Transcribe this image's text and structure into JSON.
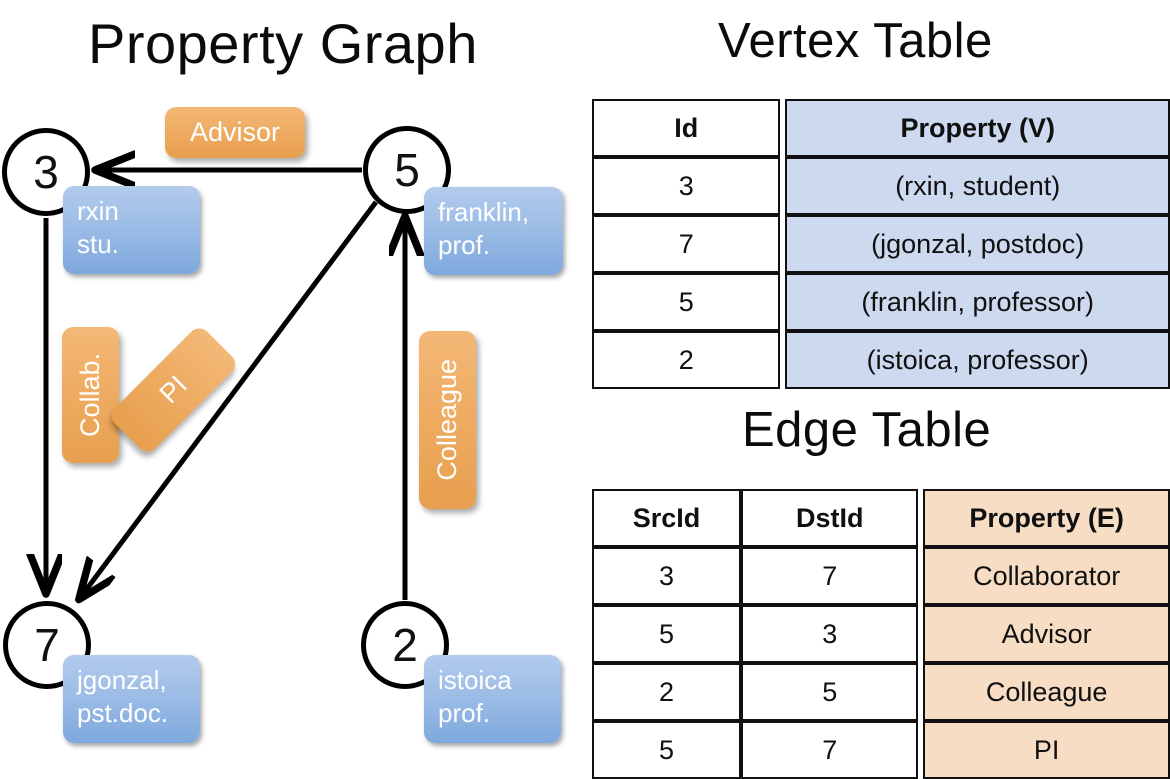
{
  "titles": {
    "graph": "Property Graph",
    "vertex_table": "Vertex Table",
    "edge_table": "Edge Table"
  },
  "colors": {
    "vertex_property_fill": "#ccd9ef",
    "edge_property_fill": "#f6ddc3",
    "property_box_blue": "#9dbde6",
    "edge_label_orange": "#eeab61",
    "stroke": "#111111",
    "background": "#ffffff"
  },
  "graph": {
    "nodes": [
      {
        "id": "3",
        "property_line1": "rxin",
        "property_line2": "stu."
      },
      {
        "id": "5",
        "property_line1": "franklin,",
        "property_line2": "prof."
      },
      {
        "id": "7",
        "property_line1": "jgonzal,",
        "property_line2": "pst.doc."
      },
      {
        "id": "2",
        "property_line1": "istoica",
        "property_line2": "prof."
      }
    ],
    "edge_labels": [
      {
        "name": "advisor",
        "text": "Advisor",
        "orientation": "horizontal"
      },
      {
        "name": "collab",
        "text": "Collab.",
        "orientation": "vertical"
      },
      {
        "name": "pi",
        "text": "PI",
        "orientation": "diagonal"
      },
      {
        "name": "colleague",
        "text": "Colleague",
        "orientation": "vertical"
      }
    ],
    "edges": [
      {
        "src": "5",
        "dst": "3",
        "label": "Advisor"
      },
      {
        "src": "3",
        "dst": "7",
        "label": "Collab."
      },
      {
        "src": "5",
        "dst": "7",
        "label": "PI"
      },
      {
        "src": "2",
        "dst": "5",
        "label": "Colleague"
      }
    ]
  },
  "vertex_table": {
    "headers": [
      "Id",
      "Property (V)"
    ],
    "rows": [
      {
        "id": "3",
        "property": "(rxin, student)"
      },
      {
        "id": "7",
        "property": "(jgonzal, postdoc)"
      },
      {
        "id": "5",
        "property": "(franklin, professor)"
      },
      {
        "id": "2",
        "property": "(istoica, professor)"
      }
    ]
  },
  "edge_table": {
    "headers": [
      "SrcId",
      "DstId",
      "Property (E)"
    ],
    "rows": [
      {
        "src": "3",
        "dst": "7",
        "property": "Collaborator"
      },
      {
        "src": "5",
        "dst": "3",
        "property": "Advisor"
      },
      {
        "src": "2",
        "dst": "5",
        "property": "Colleague"
      },
      {
        "src": "5",
        "dst": "7",
        "property": "PI"
      }
    ]
  }
}
